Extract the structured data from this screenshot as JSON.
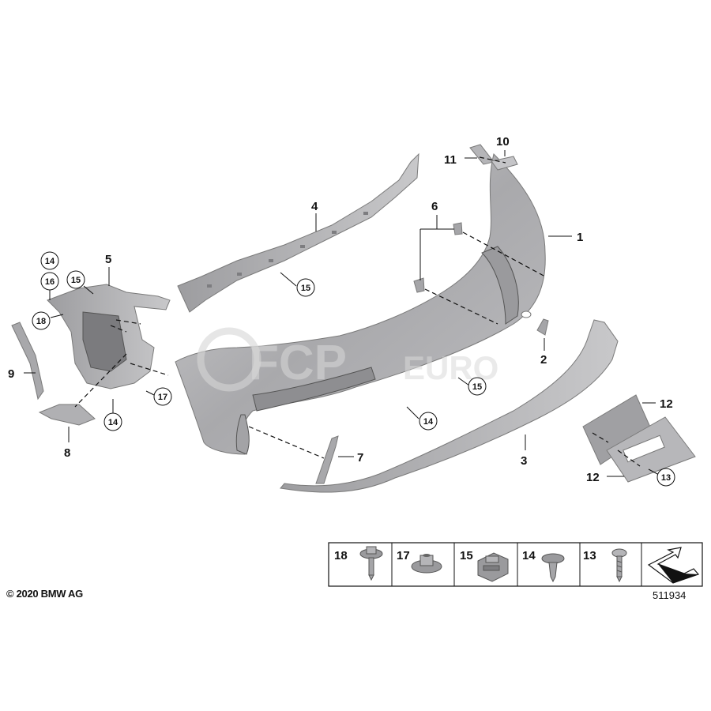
{
  "callouts": {
    "c1": "1",
    "c2": "2",
    "c3": "3",
    "c4": "4",
    "c5": "5",
    "c6": "6",
    "c7": "7",
    "c8": "8",
    "c9": "9",
    "c10": "10",
    "c11": "11",
    "c12a": "12",
    "c12b": "12"
  },
  "circled_callouts": {
    "c13": "13",
    "c14a": "14",
    "c14b": "14",
    "c14c": "14",
    "c15a": "15",
    "c15b": "15",
    "c15c": "15",
    "c16": "16",
    "c17": "17",
    "c18": "18"
  },
  "legend": {
    "items": [
      {
        "label": "18",
        "icon": "collar-screw-icon"
      },
      {
        "label": "17",
        "icon": "collar-nut-icon"
      },
      {
        "label": "15",
        "icon": "spring-nut-icon"
      },
      {
        "label": "14",
        "icon": "expanding-rivet-icon"
      },
      {
        "label": "13",
        "icon": "torx-screw-icon"
      },
      {
        "label": "",
        "icon": "direction-arrow-icon"
      }
    ]
  },
  "footer": {
    "copyright": "© 2020 BMW AG",
    "diagram_id": "511934"
  },
  "watermark": {
    "text_fcp": "FCP",
    "text_euro": "EURO"
  },
  "colors": {
    "part_fill": "#b9b9bb",
    "part_fill_dark": "#8f8f92",
    "line": "#111111"
  }
}
